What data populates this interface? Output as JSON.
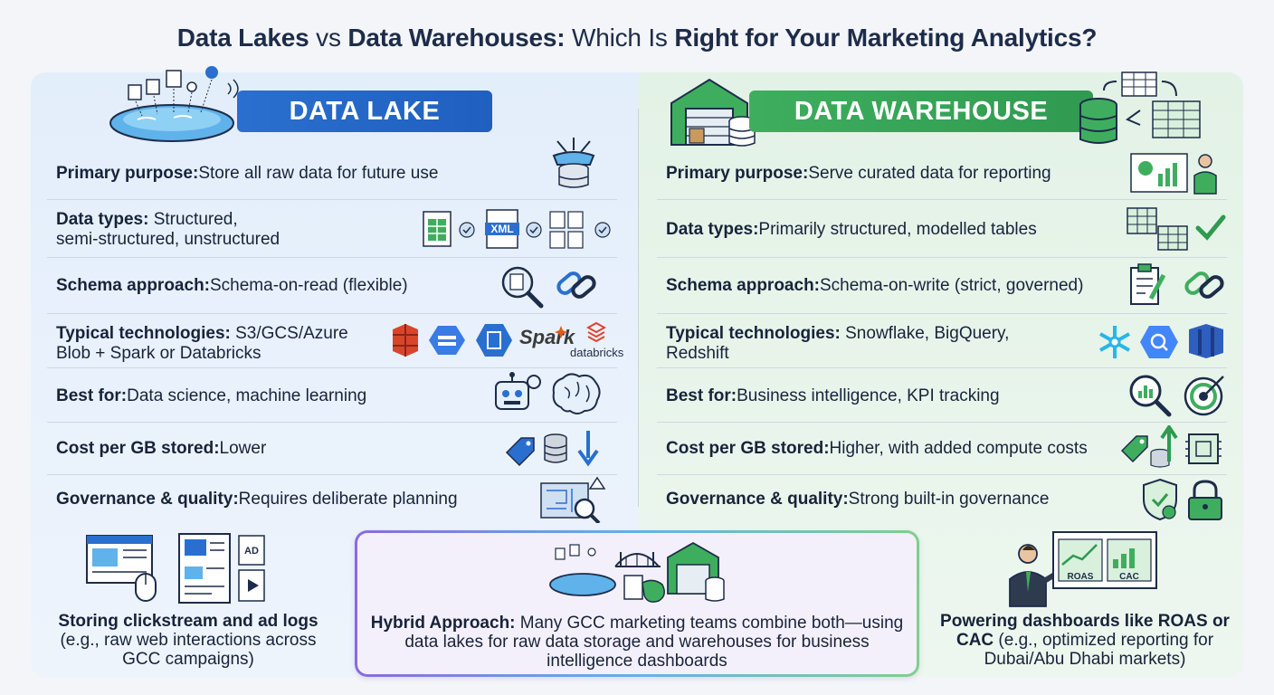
{
  "title": {
    "part1": "Data Lakes",
    "part2": " vs ",
    "part3": "Data Warehouses:",
    "part4": " Which Is ",
    "part5": "Right for Your Marketing Analytics?"
  },
  "lake": {
    "banner": "DATA LAKE",
    "rows": [
      {
        "label": "Primary purpose:",
        "value": " Store all raw data for future use"
      },
      {
        "label": "Data types:",
        "value": " Structured,",
        "value2": "semi-structured, unstructured"
      },
      {
        "label": "Schema approach:",
        "value": " Schema-on-read (flexible)"
      },
      {
        "label": "Typical technologies:",
        "value": " S3/GCS/Azure",
        "value2": "Blob + Spark or Databricks"
      },
      {
        "label": "Best for:",
        "value": " Data science, machine learning"
      },
      {
        "label": "Cost per GB stored:",
        "value": " Lower"
      },
      {
        "label": "Governance & quality:",
        "value": " Requires deliberate planning"
      }
    ],
    "icon_texts": {
      "xml": "XML",
      "spark": "Spark",
      "databricks": "databricks"
    },
    "bottom": {
      "bold": "Storing clickstream and ad logs",
      "rest": "(e.g., raw web interactions across",
      "rest2": "GCC campaigns)",
      "ad": "AD"
    }
  },
  "warehouse": {
    "banner": "DATA WAREHOUSE",
    "rows": [
      {
        "label": "Primary purpose:",
        "value": " Serve curated data for reporting"
      },
      {
        "label": "Data types:",
        "value": " Primarily structured, modelled tables"
      },
      {
        "label": "Schema approach:",
        "value": " Schema-on-write (strict, governed)"
      },
      {
        "label": "Typical technologies:",
        "value": " Snowflake, BigQuery,",
        "value2": "Redshift"
      },
      {
        "label": "Best for:",
        "value": " Business intelligence, KPI tracking"
      },
      {
        "label": "Cost per GB stored:",
        "value": " Higher, with added compute costs"
      },
      {
        "label": "Governance & quality:",
        "value": " Strong built-in governance"
      }
    ],
    "bottom": {
      "bold": "Powering dashboards like ROAS or",
      "bold2": "CAC",
      "rest": " (e.g., optimized reporting for",
      "rest2": "Dubai/Abu Dhabi markets)",
      "roas": "ROAS",
      "cac": "CAC"
    }
  },
  "hybrid": {
    "bold": "Hybrid Approach:",
    "rest": " Many GCC marketing teams combine both—using",
    "line2": "data lakes for raw data storage and warehouses for business",
    "line3": "intelligence dashboards"
  },
  "colors": {
    "lake_blue": "#2a6fcf",
    "warehouse_green": "#3eae5e",
    "dark_navy": "#1d2c49"
  }
}
